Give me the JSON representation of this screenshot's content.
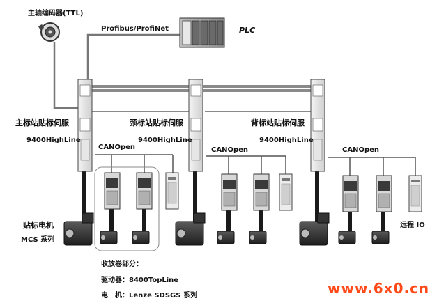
{
  "encoder_label": "主轴编码器(TTL)",
  "bus_label": "Profibus/ProfiNet",
  "plc_label": "PLC",
  "stations": [
    {
      "name": "主标站贴标伺服",
      "model": "9400HighLine"
    },
    {
      "name": "颈标站贴标伺服",
      "model": "9400HighLine"
    },
    {
      "name": "背标站贴标伺服",
      "model": "9400HighLine"
    }
  ],
  "canopen_label": "CANOpen",
  "motor_label_line1": "贴标电机",
  "motor_label_line2": "MCS 系列",
  "remote_io_label": "远程 IO",
  "unwind": {
    "title": "收放卷部分：",
    "drive": "驱动器：8400TopLine",
    "motor": "电　机：Lenze SDSGS 系列"
  },
  "watermark": "www.6x0.cn",
  "colors": {
    "line": "#6e6e6e",
    "cable": "#1a1a1a",
    "text": "#111111",
    "watermark": "#ff4a1a"
  }
}
